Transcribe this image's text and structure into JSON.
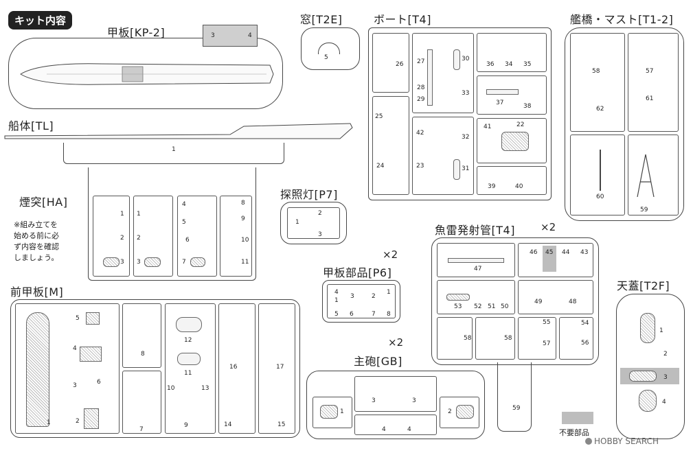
{
  "header": {
    "badge": "キット内容"
  },
  "sprues": {
    "kp2": {
      "title": "甲板[KP-2]",
      "tab_labels": [
        "3",
        "4"
      ]
    },
    "tl": {
      "title": "船体[TL]",
      "part": "1"
    },
    "t2e": {
      "title": "窓[T2E]",
      "part": "5"
    },
    "t4": {
      "title": "ボート[T4]",
      "parts": [
        "26",
        "27",
        "30",
        "28",
        "29",
        "33",
        "25",
        "42",
        "32",
        "24",
        "23",
        "31",
        "36",
        "34",
        "35",
        "37",
        "38",
        "41",
        "22",
        "39",
        "40"
      ]
    },
    "t12": {
      "title": "艦橋・マスト[T1-2]",
      "parts": [
        "58",
        "57",
        "62",
        "61",
        "60",
        "59"
      ]
    },
    "ha": {
      "title": "煙突[HA]",
      "parts": [
        "1",
        "2",
        "3",
        "1",
        "2",
        "3",
        "4",
        "5",
        "6",
        "7",
        "8",
        "9",
        "10",
        "11"
      ]
    },
    "p7": {
      "title": "探照灯[P7]",
      "parts": [
        "1",
        "2",
        "3"
      ]
    },
    "p6": {
      "title": "甲板部品[P6]",
      "multiplier": "×2",
      "parts": [
        "4",
        "1",
        "3",
        "2",
        "1",
        "5",
        "6",
        "7",
        "8"
      ]
    },
    "t4b": {
      "title": "魚雷発射管[T4]",
      "multiplier": "×2",
      "parts": [
        "47",
        "46",
        "45",
        "44",
        "43",
        "53",
        "52",
        "51",
        "50",
        "49",
        "48",
        "58",
        "58",
        "55",
        "54",
        "57",
        "56",
        "59"
      ]
    },
    "t2f": {
      "title": "天蓋[T2F]",
      "parts": [
        "1",
        "2",
        "3",
        "4"
      ]
    },
    "m": {
      "title": "前甲板[M]",
      "parts": [
        "5",
        "4",
        "3",
        "6",
        "1",
        "2",
        "8",
        "7",
        "12",
        "11",
        "10",
        "13",
        "9",
        "16",
        "14",
        "17",
        "15"
      ]
    },
    "gb": {
      "title": "主砲[GB]",
      "multiplier": "×2",
      "parts": [
        "1",
        "3",
        "3",
        "2",
        "4",
        "4"
      ]
    }
  },
  "note": {
    "line1": "※組み立てを",
    "line2": "始める前に必",
    "line3": "ず内容を確認",
    "line4": "しましょう。"
  },
  "legend": {
    "label": "不要部品",
    "color": "#bdbdbd"
  },
  "watermark": {
    "text": "HOBBY SEARCH"
  }
}
